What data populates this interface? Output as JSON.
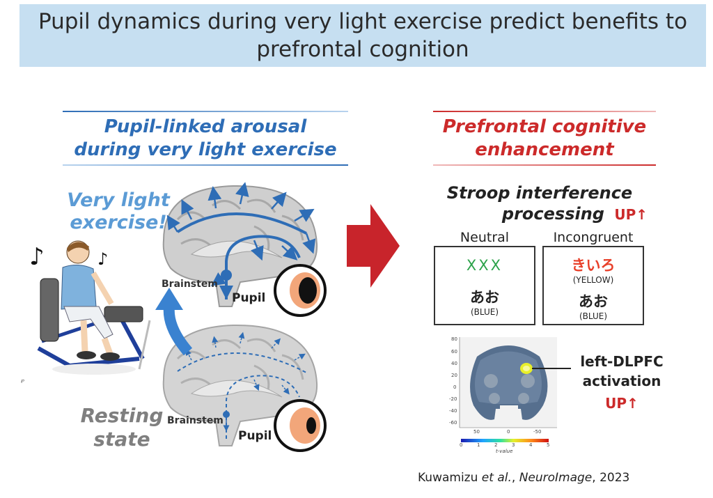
{
  "title": "Pupil dynamics during very light exercise predict benefits to prefrontal cognition",
  "left_heading": [
    "Pupil-linked arousal",
    "during very light exercise"
  ],
  "right_heading": [
    "Prefrontal cognitive",
    "enhancement"
  ],
  "exercise_label": [
    "Very light",
    "exercise!"
  ],
  "resting_label": [
    "Resting",
    "state"
  ],
  "brainstem_label": "Brainstem",
  "pupil_label": "Pupil",
  "stroop": {
    "title": [
      "Stroop interference",
      "processing"
    ],
    "up_label": "UP↑",
    "neutral_label": "Neutral",
    "incongruent_label": "Incongruent",
    "neutral_stimulus": "XXX",
    "incongruent_stimulus": "きいろ",
    "incongruent_meaning": "(YELLOW)",
    "answer_word": "あお",
    "answer_meaning": "(BLUE)"
  },
  "dlpfc": {
    "label": [
      "left-DLPFC",
      "activation"
    ],
    "up_label": "UP↑"
  },
  "chart_data": {
    "type": "heatmap",
    "xlabel": "",
    "ylabel": "",
    "x_ticks": [
      50,
      0,
      -50
    ],
    "y_ticks": [
      80,
      60,
      40,
      20,
      0,
      -20,
      -40,
      -60
    ],
    "colorbar": {
      "label": "t-value",
      "ticks": [
        0,
        1,
        2,
        3,
        4,
        5
      ],
      "range": [
        0,
        5
      ]
    }
  },
  "citation": {
    "authors": "Kuwamizu ",
    "etal": "et al.",
    "sep": ", ",
    "journal": "NeuroImage",
    "year": ", 2023"
  },
  "colors": {
    "title_bg": "#c6dff1",
    "blue_heading": "#2e6db6",
    "red_heading": "#cc2a2a",
    "neutral_green": "#2ca24a",
    "incongruent_red": "#e8402a",
    "arrow_red": "#c8242b",
    "arrow_blue": "#3a82d0"
  }
}
